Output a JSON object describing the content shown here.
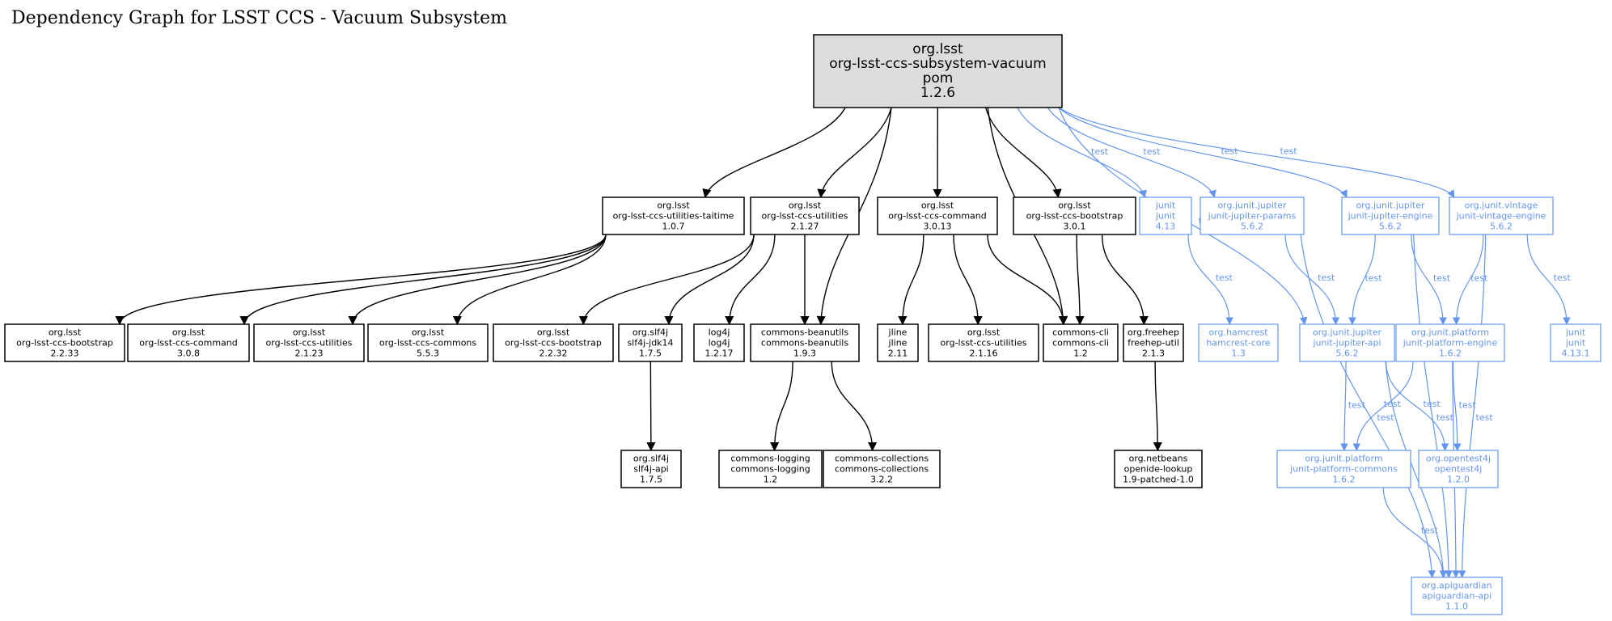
{
  "title": "Dependency Graph for LSST CCS - Vacuum Subsystem",
  "colors": {
    "compile": "#000000",
    "test": "#6495ed",
    "root_fill": "#dddddd"
  },
  "nodes": [
    {
      "id": "root",
      "lines": [
        "org.lsst",
        "org-lsst-ccs-subsystem-vacuum",
        "pom",
        "1.2.6"
      ],
      "scope": "root"
    },
    {
      "id": "taitime",
      "lines": [
        "org.lsst",
        "org-lsst-ccs-utilities-taitime",
        "1.0.7"
      ],
      "scope": "compile"
    },
    {
      "id": "util2127",
      "lines": [
        "org.lsst",
        "org-lsst-ccs-utilities",
        "2.1.27"
      ],
      "scope": "compile"
    },
    {
      "id": "cmd3013",
      "lines": [
        "org.lsst",
        "org-lsst-ccs-command",
        "3.0.13"
      ],
      "scope": "compile"
    },
    {
      "id": "boot301",
      "lines": [
        "org.lsst",
        "org-lsst-ccs-bootstrap",
        "3.0.1"
      ],
      "scope": "compile"
    },
    {
      "id": "junit413",
      "lines": [
        "junit",
        "junit",
        "4.13"
      ],
      "scope": "test"
    },
    {
      "id": "jparams",
      "lines": [
        "org.junit.jupiter",
        "junit-jupiter-params",
        "5.6.2"
      ],
      "scope": "test"
    },
    {
      "id": "jengine",
      "lines": [
        "org.junit.jupiter",
        "junit-jupiter-engine",
        "5.6.2"
      ],
      "scope": "test"
    },
    {
      "id": "vintage",
      "lines": [
        "org.junit.vintage",
        "junit-vintage-engine",
        "5.6.2"
      ],
      "scope": "test"
    },
    {
      "id": "boot2233",
      "lines": [
        "org.lsst",
        "org-lsst-ccs-bootstrap",
        "2.2.33"
      ],
      "scope": "compile"
    },
    {
      "id": "cmd308",
      "lines": [
        "org.lsst",
        "org-lsst-ccs-command",
        "3.0.8"
      ],
      "scope": "compile"
    },
    {
      "id": "util2123",
      "lines": [
        "org.lsst",
        "org-lsst-ccs-utilities",
        "2.1.23"
      ],
      "scope": "compile"
    },
    {
      "id": "commons553",
      "lines": [
        "org.lsst",
        "org-lsst-ccs-commons",
        "5.5.3"
      ],
      "scope": "compile"
    },
    {
      "id": "boot2232",
      "lines": [
        "org.lsst",
        "org-lsst-ccs-bootstrap",
        "2.2.32"
      ],
      "scope": "compile"
    },
    {
      "id": "slf4jjdk",
      "lines": [
        "org.slf4j",
        "slf4j-jdk14",
        "1.7.5"
      ],
      "scope": "compile"
    },
    {
      "id": "log4j",
      "lines": [
        "log4j",
        "log4j",
        "1.2.17"
      ],
      "scope": "compile"
    },
    {
      "id": "beanutils",
      "lines": [
        "commons-beanutils",
        "commons-beanutils",
        "1.9.3"
      ],
      "scope": "compile"
    },
    {
      "id": "jline",
      "lines": [
        "jline",
        "jline",
        "2.11"
      ],
      "scope": "compile"
    },
    {
      "id": "util2116",
      "lines": [
        "org.lsst",
        "org-lsst-ccs-utilities",
        "2.1.16"
      ],
      "scope": "compile"
    },
    {
      "id": "cli",
      "lines": [
        "commons-cli",
        "commons-cli",
        "1.2"
      ],
      "scope": "compile"
    },
    {
      "id": "freehep",
      "lines": [
        "org.freehep",
        "freehep-util",
        "2.1.3"
      ],
      "scope": "compile"
    },
    {
      "id": "hamcrest",
      "lines": [
        "org.hamcrest",
        "hamcrest-core",
        "1.3"
      ],
      "scope": "test"
    },
    {
      "id": "japi",
      "lines": [
        "org.junit.jupiter",
        "junit-jupiter-api",
        "5.6.2"
      ],
      "scope": "test"
    },
    {
      "id": "pengine",
      "lines": [
        "org.junit.platform",
        "junit-platform-engine",
        "1.6.2"
      ],
      "scope": "test"
    },
    {
      "id": "junit4131",
      "lines": [
        "junit",
        "junit",
        "4.13.1"
      ],
      "scope": "test"
    },
    {
      "id": "slf4japi",
      "lines": [
        "org.slf4j",
        "slf4j-api",
        "1.7.5"
      ],
      "scope": "compile"
    },
    {
      "id": "logging",
      "lines": [
        "commons-logging",
        "commons-logging",
        "1.2"
      ],
      "scope": "compile"
    },
    {
      "id": "collections",
      "lines": [
        "commons-collections",
        "commons-collections",
        "3.2.2"
      ],
      "scope": "compile"
    },
    {
      "id": "lookup",
      "lines": [
        "org.netbeans",
        "openide-lookup",
        "1.9-patched-1.0"
      ],
      "scope": "compile"
    },
    {
      "id": "pcommons",
      "lines": [
        "org.junit.platform",
        "junit-platform-commons",
        "1.6.2"
      ],
      "scope": "test"
    },
    {
      "id": "opentest",
      "lines": [
        "org.opentest4j",
        "opentest4j",
        "1.2.0"
      ],
      "scope": "test"
    },
    {
      "id": "apiguardian",
      "lines": [
        "org.apiguardian",
        "apiguardian-api",
        "1.1.0"
      ],
      "scope": "test"
    }
  ],
  "edges": [
    {
      "from": "root",
      "to": "taitime",
      "label": ""
    },
    {
      "from": "root",
      "to": "util2127",
      "label": ""
    },
    {
      "from": "root",
      "to": "beanutils",
      "label": ""
    },
    {
      "from": "root",
      "to": "cmd3013",
      "label": ""
    },
    {
      "from": "root",
      "to": "cli",
      "label": ""
    },
    {
      "from": "root",
      "to": "boot301",
      "label": ""
    },
    {
      "from": "root",
      "to": "junit413",
      "label": "test"
    },
    {
      "from": "root",
      "to": "jparams",
      "label": "test"
    },
    {
      "from": "root",
      "to": "japi",
      "label": "test"
    },
    {
      "from": "root",
      "to": "jengine",
      "label": "test"
    },
    {
      "from": "root",
      "to": "vintage",
      "label": "test"
    },
    {
      "from": "taitime",
      "to": "boot2233",
      "label": ""
    },
    {
      "from": "taitime",
      "to": "cmd308",
      "label": ""
    },
    {
      "from": "taitime",
      "to": "util2123",
      "label": ""
    },
    {
      "from": "taitime",
      "to": "commons553",
      "label": ""
    },
    {
      "from": "util2127",
      "to": "boot2232",
      "label": ""
    },
    {
      "from": "util2127",
      "to": "slf4jjdk",
      "label": ""
    },
    {
      "from": "util2127",
      "to": "log4j",
      "label": ""
    },
    {
      "from": "util2127",
      "to": "beanutils",
      "label": ""
    },
    {
      "from": "cmd3013",
      "to": "jline",
      "label": ""
    },
    {
      "from": "cmd3013",
      "to": "util2116",
      "label": ""
    },
    {
      "from": "cmd3013",
      "to": "cli",
      "label": ""
    },
    {
      "from": "boot301",
      "to": "cli",
      "label": ""
    },
    {
      "from": "boot301",
      "to": "freehep",
      "label": ""
    },
    {
      "from": "slf4jjdk",
      "to": "slf4japi",
      "label": ""
    },
    {
      "from": "beanutils",
      "to": "logging",
      "label": ""
    },
    {
      "from": "beanutils",
      "to": "collections",
      "label": ""
    },
    {
      "from": "freehep",
      "to": "lookup",
      "label": ""
    },
    {
      "from": "junit413",
      "to": "hamcrest",
      "label": "test"
    },
    {
      "from": "jparams",
      "to": "japi",
      "label": "test"
    },
    {
      "from": "jparams",
      "to": "apiguardian",
      "label": "test"
    },
    {
      "from": "jengine",
      "to": "japi",
      "label": "test"
    },
    {
      "from": "jengine",
      "to": "pengine",
      "label": "test"
    },
    {
      "from": "jengine",
      "to": "apiguardian",
      "label": "test"
    },
    {
      "from": "vintage",
      "to": "pengine",
      "label": "test"
    },
    {
      "from": "vintage",
      "to": "junit4131",
      "label": "test"
    },
    {
      "from": "vintage",
      "to": "apiguardian",
      "label": "test"
    },
    {
      "from": "japi",
      "to": "pcommons",
      "label": "test"
    },
    {
      "from": "japi",
      "to": "opentest",
      "label": "test"
    },
    {
      "from": "japi",
      "to": "apiguardian",
      "label": "test"
    },
    {
      "from": "pengine",
      "to": "pcommons",
      "label": "test"
    },
    {
      "from": "pengine",
      "to": "opentest",
      "label": "test"
    },
    {
      "from": "pengine",
      "to": "apiguardian",
      "label": "test"
    },
    {
      "from": "pcommons",
      "to": "apiguardian",
      "label": "test"
    }
  ]
}
